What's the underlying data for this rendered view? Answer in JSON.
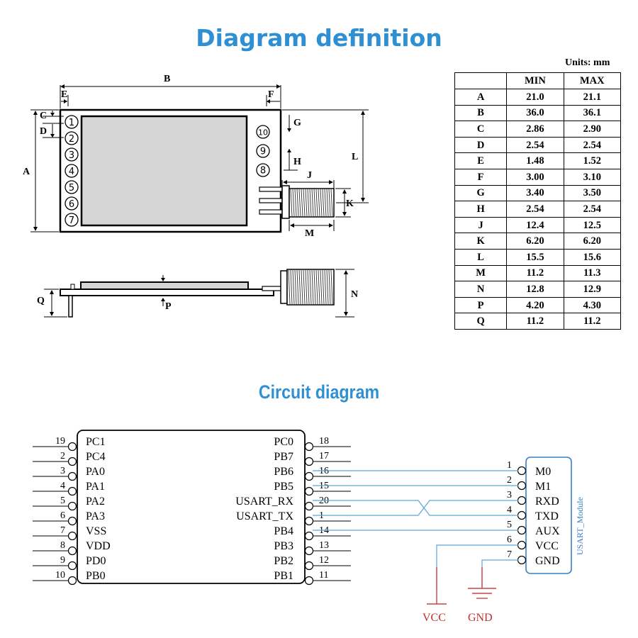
{
  "titles": {
    "main": "Diagram definition",
    "circuit": "Circuit diagram"
  },
  "units": "Units: mm",
  "table": {
    "headers": [
      "",
      "MIN",
      "MAX"
    ],
    "rows": [
      [
        "A",
        "21.0",
        "21.1"
      ],
      [
        "B",
        "36.0",
        "36.1"
      ],
      [
        "C",
        "2.86",
        "2.90"
      ],
      [
        "D",
        "2.54",
        "2.54"
      ],
      [
        "E",
        "1.48",
        "1.52"
      ],
      [
        "F",
        "3.00",
        "3.10"
      ],
      [
        "G",
        "3.40",
        "3.50"
      ],
      [
        "H",
        "2.54",
        "2.54"
      ],
      [
        "J",
        "12.4",
        "12.5"
      ],
      [
        "K",
        "6.20",
        "6.20"
      ],
      [
        "L",
        "15.5",
        "15.6"
      ],
      [
        "M",
        "11.2",
        "11.3"
      ],
      [
        "N",
        "12.8",
        "12.9"
      ],
      [
        "P",
        "4.20",
        "4.30"
      ],
      [
        "Q",
        "11.2",
        "11.2"
      ]
    ]
  },
  "drawing": {
    "dim_labels": {
      "A": "A",
      "B": "B",
      "C": "C",
      "D": "D",
      "E": "E",
      "F": "F",
      "G": "G",
      "H": "H",
      "J": "J",
      "K": "K",
      "L": "L",
      "M": "M",
      "N": "N",
      "P": "P",
      "Q": "Q"
    },
    "left_pins": [
      "1",
      "2",
      "3",
      "4",
      "5",
      "6",
      "7"
    ],
    "right_pins": [
      "10",
      "9",
      "8"
    ]
  },
  "circuit": {
    "mcu_left": [
      {
        "num": "19",
        "name": "PC1"
      },
      {
        "num": "2",
        "name": "PC4"
      },
      {
        "num": "3",
        "name": "PA0"
      },
      {
        "num": "4",
        "name": "PA1"
      },
      {
        "num": "5",
        "name": "PA2"
      },
      {
        "num": "6",
        "name": "PA3"
      },
      {
        "num": "7",
        "name": "VSS"
      },
      {
        "num": "8",
        "name": "VDD"
      },
      {
        "num": "9",
        "name": "PD0"
      },
      {
        "num": "10",
        "name": "PB0"
      }
    ],
    "mcu_right": [
      {
        "num": "18",
        "name": "PC0"
      },
      {
        "num": "17",
        "name": "PB7"
      },
      {
        "num": "16",
        "name": "PB6"
      },
      {
        "num": "15",
        "name": "PB5"
      },
      {
        "num": "20",
        "name": "USART_RX"
      },
      {
        "num": "1",
        "name": "USART_TX"
      },
      {
        "num": "14",
        "name": "PB4"
      },
      {
        "num": "13",
        "name": "PB3"
      },
      {
        "num": "12",
        "name": "PB2"
      },
      {
        "num": "11",
        "name": "PB1"
      }
    ],
    "module_pins": [
      {
        "num": "1",
        "name": "M0"
      },
      {
        "num": "2",
        "name": "M1"
      },
      {
        "num": "3",
        "name": "RXD"
      },
      {
        "num": "4",
        "name": "TXD"
      },
      {
        "num": "5",
        "name": "AUX"
      },
      {
        "num": "6",
        "name": "VCC"
      },
      {
        "num": "7",
        "name": "GND"
      }
    ],
    "module_label": "USART_Module",
    "vcc_label": "VCC",
    "gnd_label": "GND"
  },
  "colors": {
    "title": "#2f8fd3",
    "wire": "#5aa6d8",
    "power": "#c44444",
    "module": "#3a7fc4"
  }
}
